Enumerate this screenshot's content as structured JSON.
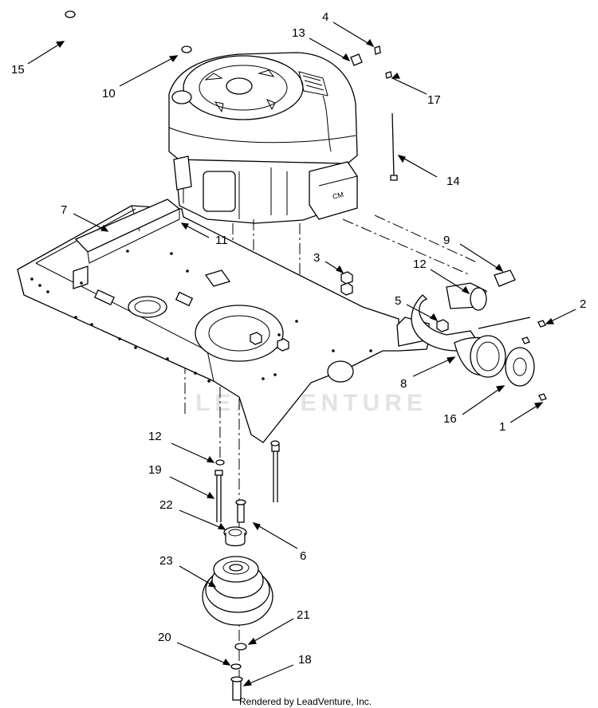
{
  "diagram": {
    "callouts": [
      "1",
      "2",
      "3",
      "4",
      "5",
      "6",
      "7",
      "8",
      "9",
      "10",
      "11",
      "12",
      "12",
      "13",
      "14",
      "15",
      "16",
      "17",
      "18",
      "19",
      "20",
      "21",
      "22",
      "23"
    ],
    "callout_list": [
      {
        "id": "c15",
        "text": "15"
      },
      {
        "id": "c10",
        "text": "10"
      },
      {
        "id": "c4",
        "text": "4"
      },
      {
        "id": "c13",
        "text": "13"
      },
      {
        "id": "c17",
        "text": "17"
      },
      {
        "id": "c14",
        "text": "14"
      },
      {
        "id": "c7",
        "text": "7"
      },
      {
        "id": "c11",
        "text": "11"
      },
      {
        "id": "c9",
        "text": "9"
      },
      {
        "id": "c3",
        "text": "3"
      },
      {
        "id": "c12a",
        "text": "12"
      },
      {
        "id": "c5",
        "text": "5"
      },
      {
        "id": "c2",
        "text": "2"
      },
      {
        "id": "c8",
        "text": "8"
      },
      {
        "id": "c16",
        "text": "16"
      },
      {
        "id": "c1",
        "text": "1"
      },
      {
        "id": "c12b",
        "text": "12"
      },
      {
        "id": "c19",
        "text": "19"
      },
      {
        "id": "c22",
        "text": "22"
      },
      {
        "id": "c6",
        "text": "6"
      },
      {
        "id": "c23",
        "text": "23"
      },
      {
        "id": "c21",
        "text": "21"
      },
      {
        "id": "c20",
        "text": "20"
      },
      {
        "id": "c18",
        "text": "18"
      }
    ],
    "watermark": "LEADVENTURE",
    "footer": "Rendered by LeadVenture, Inc."
  }
}
